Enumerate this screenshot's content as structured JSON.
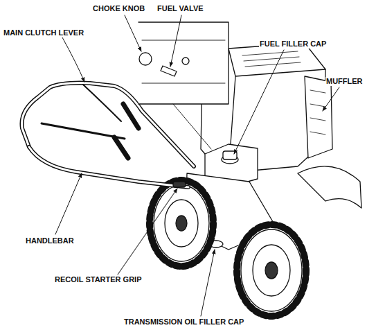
{
  "diagram": {
    "labels": [
      "CHOKE KNOB",
      "FUEL VALVE",
      "MAIN CLUTCH LEVER",
      "FUEL FILLER CAP",
      "MUFFLER",
      "HANDLEBAR",
      "RECOIL STARTER GRIP",
      "TRANSMISSION OIL FILLER CAP"
    ]
  }
}
